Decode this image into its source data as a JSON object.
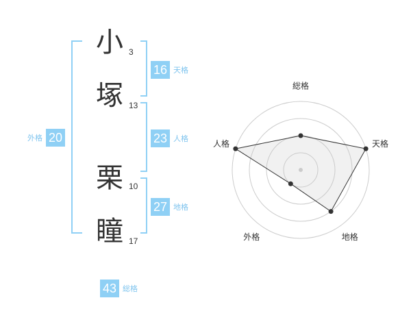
{
  "characters": [
    {
      "char": "小",
      "strokes": "3"
    },
    {
      "char": "塚",
      "strokes": "13"
    },
    {
      "char": "栗",
      "strokes": "10"
    },
    {
      "char": "瞳",
      "strokes": "17"
    }
  ],
  "fortunes": {
    "tenkaku": {
      "value": "16",
      "label": "天格"
    },
    "jinkaku": {
      "value": "23",
      "label": "人格"
    },
    "chikaku": {
      "value": "27",
      "label": "地格"
    },
    "gaikaku": {
      "value": "20",
      "label": "外格"
    },
    "soukaku": {
      "value": "43",
      "label": "総格"
    }
  },
  "colors": {
    "accent": "#8fd0f5",
    "label": "#7fc4ee",
    "text": "#333333"
  },
  "chart_data": {
    "type": "radar",
    "axes": [
      "総格",
      "天格",
      "地格",
      "外格",
      "人格"
    ],
    "values": [
      2,
      4,
      3,
      1,
      4
    ],
    "max": 4,
    "rings": 4
  }
}
